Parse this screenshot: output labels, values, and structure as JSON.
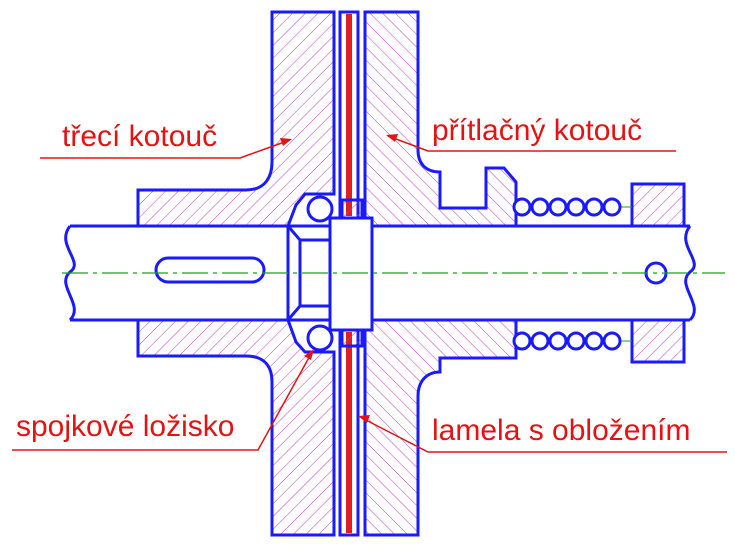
{
  "labels": {
    "friction_disc": "třecí kotouč",
    "pressure_disc": "přítlačný kotouč",
    "clutch_bearing": "spojkové ložisko",
    "lining_plate": "lamela s obložením"
  },
  "colors": {
    "outline": "#1a1aff",
    "label_text": "#e31313",
    "lining": "#e02020",
    "hatch": "#c23cc2",
    "centerline": "#17a317",
    "background": "#ffffff"
  },
  "icons": {
    "arrowhead": "filled-red-triangle",
    "bearing_ball": "circle",
    "spring_coil": "circle"
  }
}
